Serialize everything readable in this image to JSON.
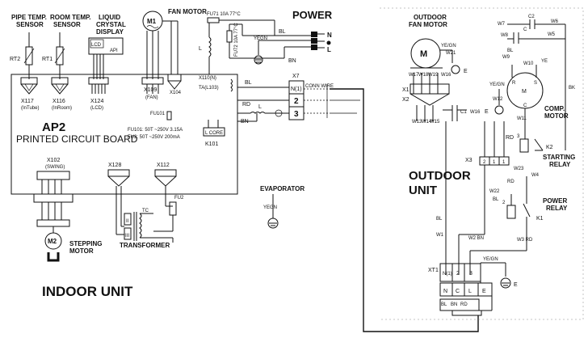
{
  "sections": {
    "indoor_unit": "INDOOR UNIT",
    "outdoor_unit_line1": "OUTDOOR",
    "outdoor_unit_line2": "UNIT",
    "power": "POWER",
    "evaporator": "EVAPORATOR",
    "transformer": "TRANSFORMER",
    "stepping_motor_line1": "STEPPING",
    "stepping_motor_line2": "MOTOR"
  },
  "indoor": {
    "pipe_temp_sensor_line1": "PIPE TEMP.",
    "pipe_temp_sensor_line2": "SENSOR",
    "room_temp_sensor_line1": "ROOM TEMP.",
    "room_temp_sensor_line2": "SENSOR",
    "lcd_line1": "LIQUID",
    "lcd_line2": "CRYSTAL",
    "lcd_line3": "DISPLAY",
    "fan_motor": "FAN MOTOR",
    "m1": "M1",
    "m2": "M2",
    "rt2": "RT2",
    "rt1": "RT1",
    "lcd_box": "LCD",
    "api": "API",
    "x117": "X117",
    "x117_sub": "(InTube)",
    "x116": "X116",
    "x116_sub": "(InRoom)",
    "x124": "X124",
    "x124_sub": "(LCD)",
    "x109": "X109",
    "x109_sub": "(FAN)",
    "x104": "X104",
    "x110": "X110(N)",
    "ta": "TA(L103)",
    "ap2": "AP2",
    "pcb": "PRINTED CIRCUIT BOARD",
    "fu101": "FU101",
    "fu101_spec": "FU101: 50T ~250V 3.15A",
    "fu2_spec": "FU2: 50T ~250V 200mA",
    "k101": "K101",
    "lcore": "L CORE",
    "fu71": "FU71 10A 77°C",
    "fu72": "FU72 10A 77°C",
    "x102": "X102",
    "x102_sub": "(SWING)",
    "x128": "X128",
    "x112": "X112",
    "tc": "TC",
    "fu2": "FU2",
    "coil_ii": "II",
    "coil_iii": "III",
    "l": "L",
    "x7": "X7",
    "x7_n": "N(1)",
    "x7_2": "2",
    "x7_3": "3",
    "conn_wire": "CONN WIRE",
    "bl": "BL",
    "bn": "BN",
    "rd": "RD",
    "yegn": "YEGN",
    "n": "N",
    "l_power": "L"
  },
  "outdoor": {
    "outdoor_fan_motor_line1": "OUTDOOR",
    "outdoor_fan_motor_line2": "FAN MOTOR",
    "m": "M",
    "w17": "W17",
    "w18": "W18",
    "w19": "W19",
    "w16": "W16",
    "w13": "W13",
    "w14": "W14",
    "w15": "W15",
    "w21": "W21",
    "ye_gn": "YE/GN",
    "x1": "X1",
    "x2": "X2",
    "c1": "C1",
    "c2": "C2",
    "w7": "W7",
    "w6": "W6",
    "w8": "W8",
    "w5": "W5",
    "w9": "W9",
    "w10": "W10",
    "w12": "W12",
    "w11": "W11",
    "bk": "BK",
    "bl": "BL",
    "ye": "YE",
    "rd": "RD",
    "bn": "BN",
    "ye_gn2": "YE/GN",
    "r": "R",
    "s": "S",
    "c": "C",
    "m_comp": "M",
    "comp_motor_line1": "COMP.",
    "comp_motor_line2": "MOTOR",
    "k2": "K2",
    "starting_relay_line1": "STARTING",
    "starting_relay_line2": "RELAY",
    "x3": "X3",
    "x3_2": "2",
    "x3_1": "1",
    "x3_1b": "1",
    "w23": "W23",
    "w4": "W4",
    "w22": "W22",
    "power_relay_line1": "POWER",
    "power_relay_line2": "RELAY",
    "k1": "K1",
    "w1": "W1",
    "w2_bn": "W2 BN",
    "w3_rd": "W3 RD",
    "xt1": "XT1",
    "n1": "N(1)",
    "t2": "2",
    "t3": "3",
    "tn": "N",
    "tc": "C",
    "tl": "L",
    "te": "E",
    "bl_b": "BL",
    "bn_b": "BN",
    "rd_b": "RD",
    "ye_gn3": "YE/GN",
    "e": "E",
    "e2": "E",
    "c_small": "C",
    "rd2": "RD",
    "bl2": "BL",
    "bl3": "BL"
  }
}
